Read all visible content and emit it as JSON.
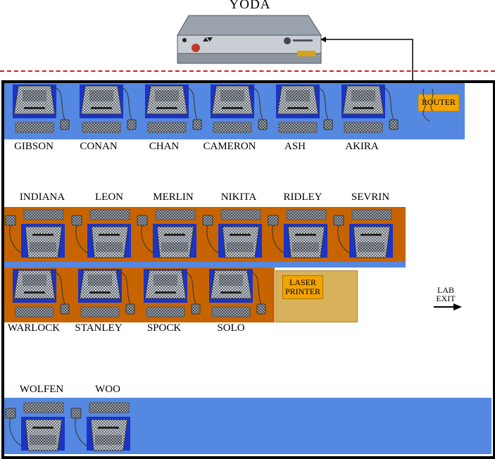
{
  "server": {
    "name": "YODA",
    "icon": "server-icon"
  },
  "router": {
    "label": "ROUTER"
  },
  "printer": {
    "label_line1": "LASER",
    "label_line2": "PRINTER"
  },
  "exit": {
    "label_line1": "LAB",
    "label_line2": "EXIT",
    "icon": "arrow-right-icon"
  },
  "colors": {
    "desk_blue": "#5588e0",
    "desk_orange": "#c86400",
    "router": "#f2a400",
    "printer_area": "#d7b25a",
    "network_line": "#d91a1a"
  },
  "rows": {
    "row1": [
      "GIBSON",
      "CONAN",
      "CHAN",
      "CAMERON",
      "ASH",
      "AKIRA"
    ],
    "row2": [
      "INDIANA",
      "LEON",
      "MERLIN",
      "NIKITA",
      "RIDLEY",
      "SEVRIN"
    ],
    "row3": [
      "WARLOCK",
      "STANLEY",
      "SPOCK",
      "SOLO"
    ],
    "row4": [
      "WOLFEN",
      "WOO"
    ]
  }
}
